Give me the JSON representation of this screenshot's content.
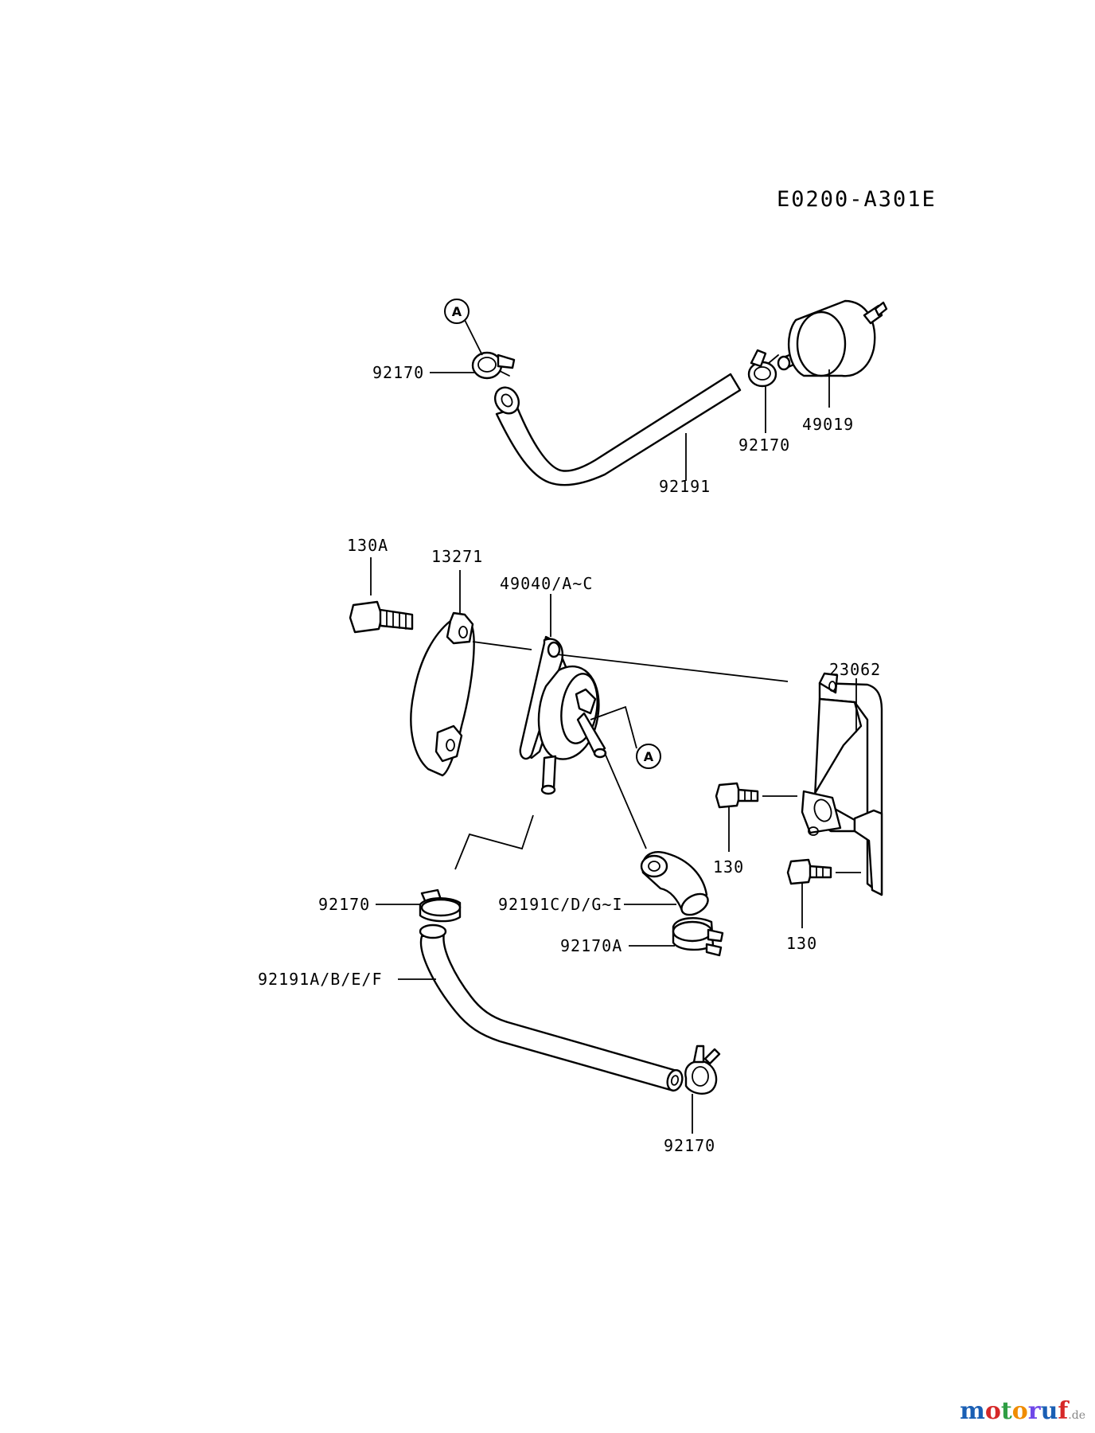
{
  "diagram": {
    "code": "E0200-A301E",
    "ref_marks": [
      "A",
      "A"
    ],
    "labels": {
      "clamp_top_left": "92170",
      "clamp_top_right": "92170",
      "fuel_filter": "49019",
      "hose_top": "92191",
      "bolt_130a": "130A",
      "gasket": "13271",
      "fuel_pump": "49040/A~C",
      "bracket": "23062",
      "bolt_130_upper": "130",
      "bolt_130_lower": "130",
      "clamp_mid_left": "92170",
      "hose_elbow": "92191C/D/G~I",
      "clamp_92170a": "92170A",
      "hose_long": "92191A/B/E/F",
      "clamp_bottom": "92170"
    }
  },
  "watermark": {
    "text": "motoruf",
    "suffix": ".de",
    "colors": [
      "#1a5fb4",
      "#d62828",
      "#2f9e44",
      "#f08c00",
      "#7048e8",
      "#1a5fb4",
      "#d62828"
    ]
  }
}
